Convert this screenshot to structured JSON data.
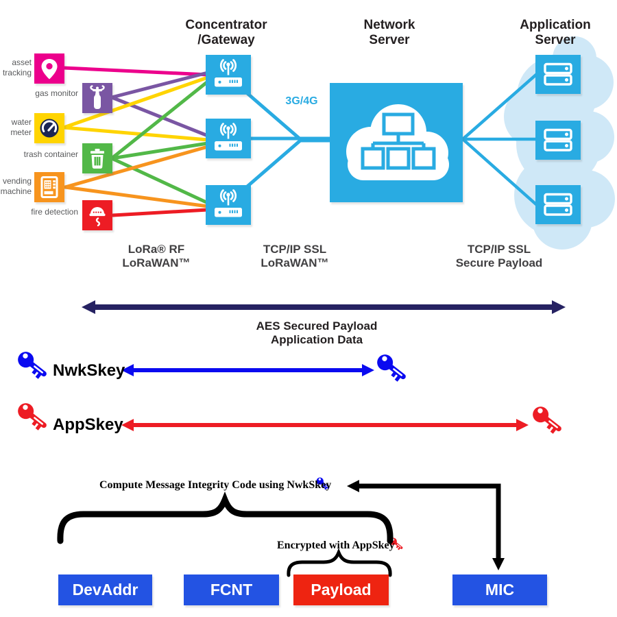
{
  "titles": {
    "gateway": "Concentrator\n/Gateway",
    "network_server": "Network\nServer",
    "application_server": "Application\nServer"
  },
  "devices": [
    {
      "label": "asset\ntracking",
      "color": "#ec008c"
    },
    {
      "label": "gas monitor",
      "color": "#7a56a3"
    },
    {
      "label": "water\nmeter",
      "color": "#ffd400"
    },
    {
      "label": "trash container",
      "color": "#52b848"
    },
    {
      "label": "vending\nmachine",
      "color": "#f7941e"
    },
    {
      "label": "fire detection",
      "color": "#ed1c24"
    }
  ],
  "links": {
    "cellular_label": "3G/4G"
  },
  "protocol_labels": [
    {
      "text": "LoRa® RF\nLoRaWAN™"
    },
    {
      "text": "TCP/IP SSL\nLoRaWAN™"
    },
    {
      "text": "TCP/IP SSL\nSecure Payload"
    }
  ],
  "security": {
    "aes_label": "AES Secured Payload\nApplication Data",
    "keys": [
      {
        "name": "NwkSkey",
        "color": "#0a0af0"
      },
      {
        "name": "AppSkey",
        "color": "#ed1c24"
      }
    ]
  },
  "frame": {
    "mic_note": "Compute Message Integrity Code using NwkSkey",
    "enc_note": "Encrypted with AppSkey",
    "fields": [
      {
        "label": "DevAddr",
        "color": "#2353e3"
      },
      {
        "label": "FCNT",
        "color": "#2353e3"
      },
      {
        "label": "Payload",
        "color": "#ee2411"
      },
      {
        "label": "MIC",
        "color": "#2353e3"
      }
    ]
  },
  "palette": {
    "cyan": "#29abe2",
    "application_cloud": "#cfe8f7",
    "aes_arrow_navy": "#262262",
    "nwkskey_blue": "#0a0af0",
    "appskey_red": "#ed1c24",
    "text_dark": "#231f20",
    "device_label_gray": "#58595b"
  }
}
